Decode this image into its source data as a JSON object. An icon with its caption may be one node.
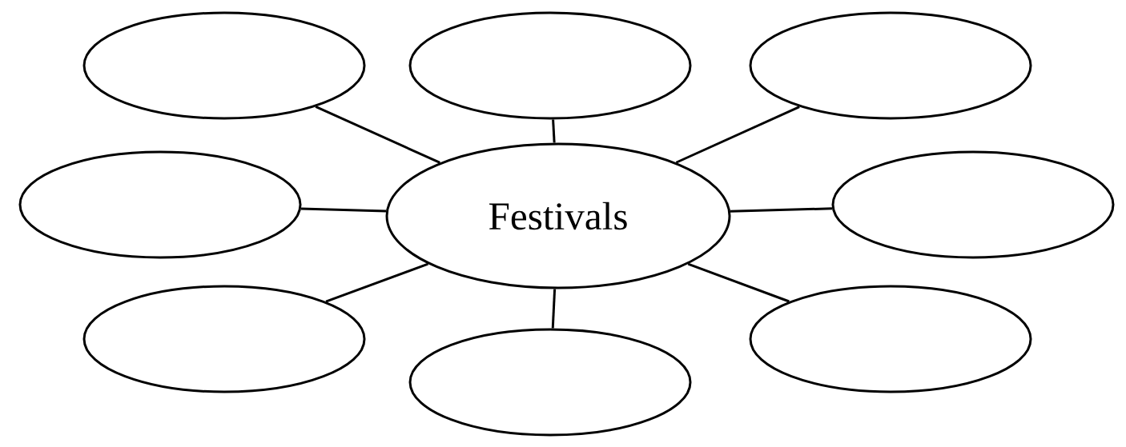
{
  "diagram": {
    "nodes": [
      {
        "text": [],
        "shape": "ellipse"
      },
      {
        "text": [],
        "shape": "ellipse"
      },
      {
        "text": [],
        "shape": "ellipse"
      },
      {
        "text": [],
        "shape": "ellipse"
      },
      {
        "text": [
          "Festivals"
        ]
      },
      {
        "text": [],
        "shape": "ellipse"
      },
      {
        "text": [],
        "shape": "ellipse"
      },
      {
        "text": [],
        "shape": "ellipse"
      },
      {
        "text": [],
        "shape": "ellipse"
      }
    ],
    "edges": [
      {
        "from": 4,
        "to": 0,
        "arrow": "none"
      },
      {
        "from": 4,
        "to": 1,
        "arrow": "none"
      },
      {
        "from": 4,
        "to": 2,
        "arrow": "none"
      },
      {
        "from": 4,
        "to": 3,
        "arrow": "none"
      },
      {
        "from": 4,
        "to": 5,
        "arrow": "none"
      },
      {
        "from": 4,
        "to": 6,
        "arrow": "none"
      },
      {
        "from": 4,
        "to": 7,
        "arrow": "none"
      },
      {
        "from": 4,
        "to": 8,
        "arrow": "none"
      }
    ]
  }
}
